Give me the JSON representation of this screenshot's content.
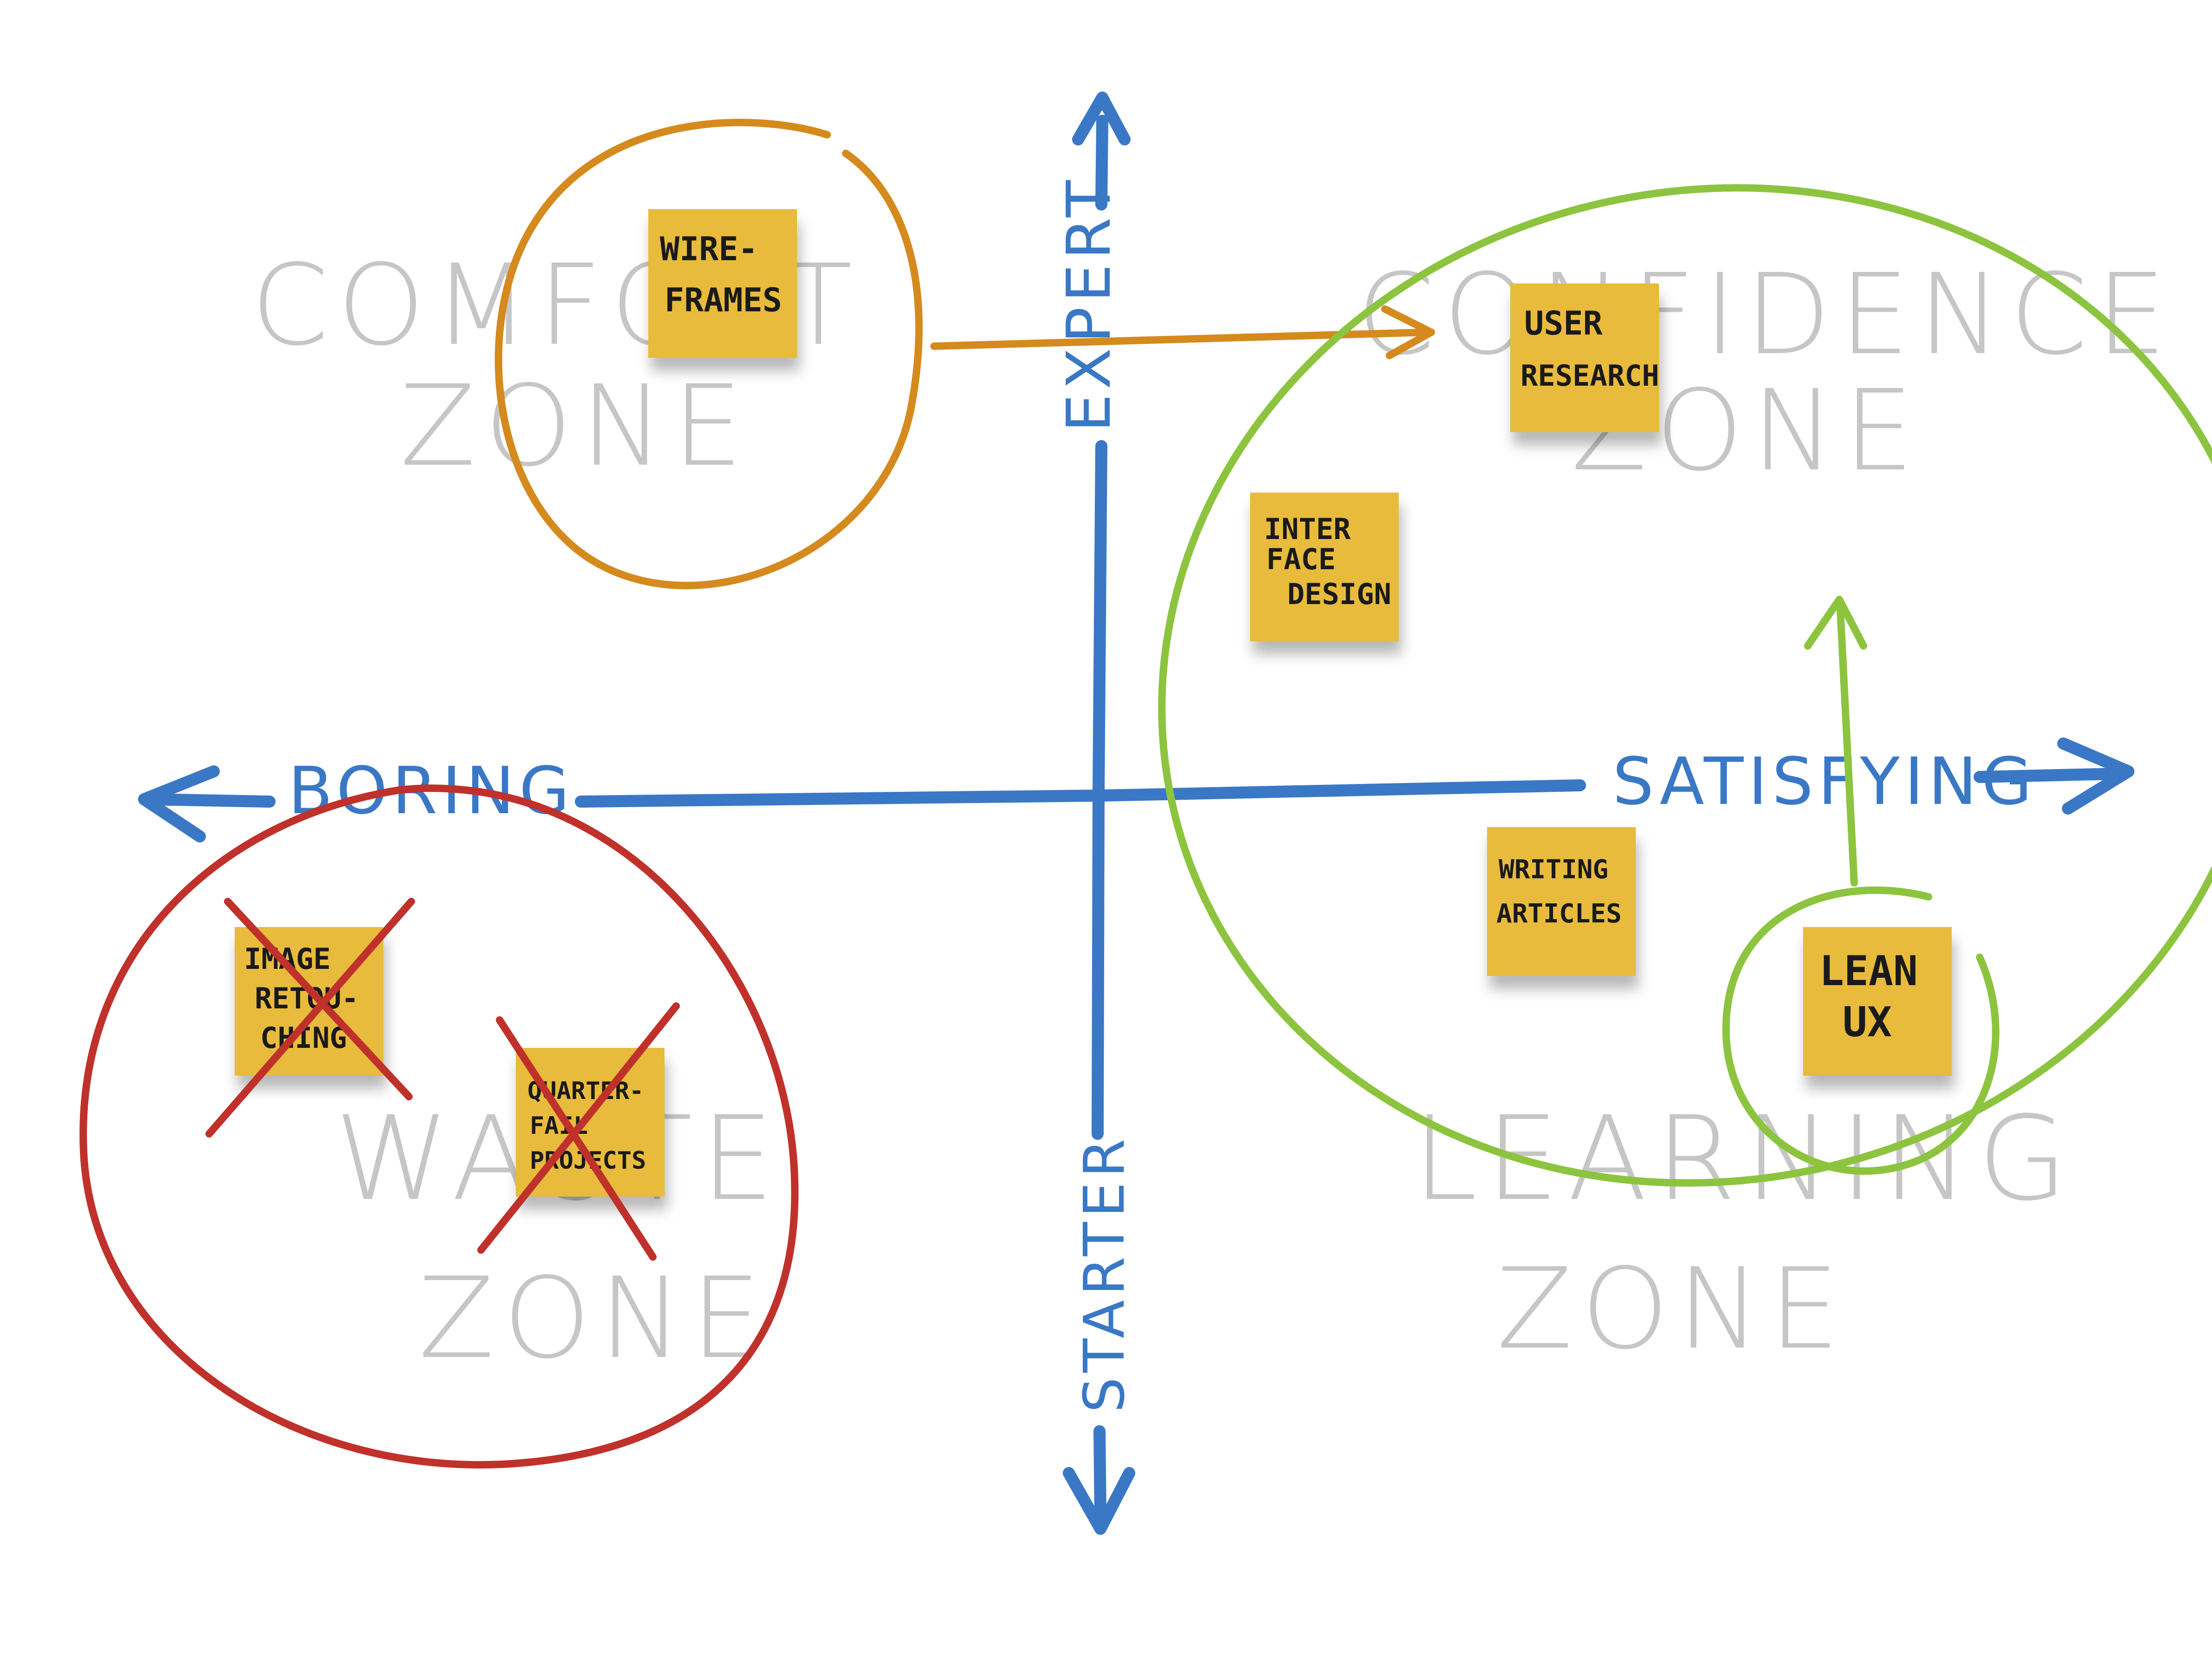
{
  "axes": {
    "top_label": "EXPERT",
    "bottom_label": "STARTER",
    "left_label": "BORING",
    "right_label": "SATISFYING"
  },
  "zones": {
    "comfort": [
      "COMFORT",
      "ZONE"
    ],
    "confidence": [
      "CONFIDENCE",
      "ZONE"
    ],
    "waste": [
      "WASTE",
      "ZONE"
    ],
    "learning": [
      "LEARNING",
      "ZONE"
    ]
  },
  "notes": {
    "wireframes": [
      "WIRE-",
      "FRAMES"
    ],
    "user_research": [
      "USER",
      "RESEARCH"
    ],
    "interface_design": [
      "INTER",
      "FACE",
      "DESIGN"
    ],
    "writing_articles": [
      "WRITING",
      "ARTICLES"
    ],
    "lean_ux": [
      "LEAN",
      "UX"
    ],
    "image_retouching": [
      "IMAGE",
      "RETOU-",
      "CHING"
    ],
    "quarter_fail_projects": [
      "QUARTER-",
      "FAIL",
      "PROJECTS"
    ]
  },
  "colors": {
    "axis": "#3a78c6",
    "note": "#e8bb3c",
    "orange": "#d58a1e",
    "green": "#8dc43f",
    "red": "#c0312b",
    "zone_text": "#c6c6c6"
  }
}
